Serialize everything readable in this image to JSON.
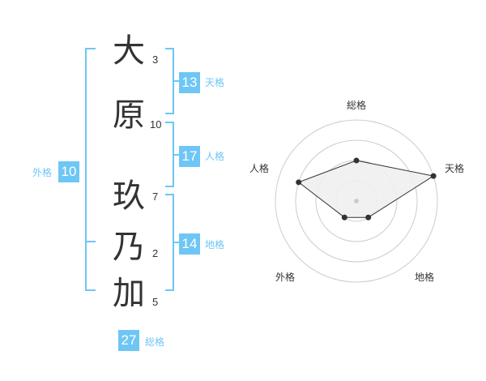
{
  "name": {
    "characters": [
      {
        "char": "大",
        "strokes": "3"
      },
      {
        "char": "原",
        "strokes": "10"
      },
      {
        "char": "玖",
        "strokes": "7"
      },
      {
        "char": "乃",
        "strokes": "2"
      },
      {
        "char": "加",
        "strokes": "5"
      }
    ]
  },
  "fortunes": {
    "tenkaku": {
      "label": "天格",
      "value": "13"
    },
    "jinkaku": {
      "label": "人格",
      "value": "17"
    },
    "chikaku": {
      "label": "地格",
      "value": "14"
    },
    "gaikaku": {
      "label": "外格",
      "value": "10"
    },
    "soukaku": {
      "label": "総格",
      "value": "27"
    }
  },
  "radar": {
    "axes": [
      "総格",
      "天格",
      "地格",
      "外格",
      "人格"
    ],
    "levels": 4,
    "values": [
      2,
      4,
      1,
      1,
      3
    ],
    "fill_color": "#f0f0f0",
    "line_color": "#333333",
    "ring_color": "#cccccc"
  },
  "colors": {
    "accent": "#6ec6f5",
    "text": "#333333"
  }
}
